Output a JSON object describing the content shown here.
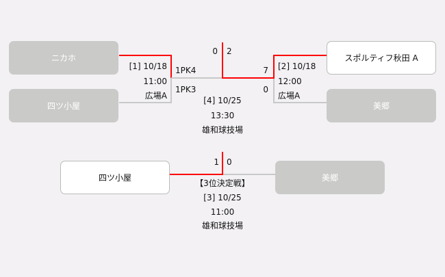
{
  "colors": {
    "win_line": "#ff0000",
    "lose_line": "#c8c8c8",
    "loser_box": "#cacbc9",
    "winner_box": "#ffffff"
  },
  "teams": {
    "left_top": "ニカホ",
    "left_bottom": "四ツ小屋",
    "right_top": "スポルティフ秋田 A",
    "right_bottom": "美郷"
  },
  "match1": {
    "label": "[1] 10/18",
    "time": "11:00",
    "venue": "広場A",
    "score_top": "1PK4",
    "score_bottom": "1PK3"
  },
  "match2": {
    "label": "[2] 10/18",
    "time": "12:00",
    "venue": "広場A",
    "score_top": "7",
    "score_bottom": "0"
  },
  "final": {
    "label": "[4] 10/25",
    "time": "13:30",
    "venue": "雄和球技場",
    "score_left": "0",
    "score_right": "2"
  },
  "third": {
    "title": "【3位決定戦】",
    "label": "[3] 10/25",
    "time": "11:00",
    "venue": "雄和球技場",
    "score_left": "1",
    "score_right": "0",
    "team_left": "四ツ小屋",
    "team_right": "美郷"
  }
}
